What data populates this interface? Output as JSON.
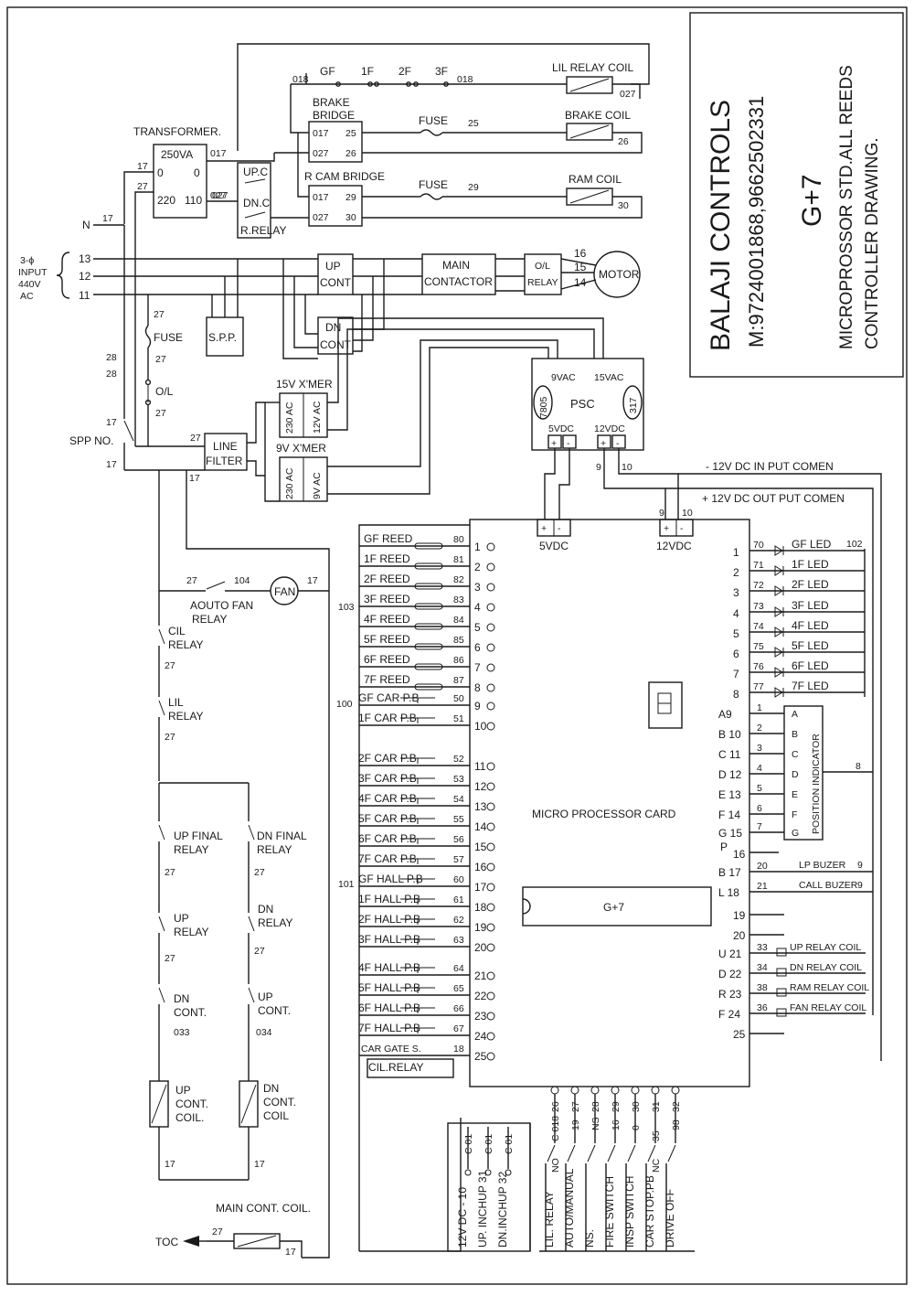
{
  "title_block": {
    "company": "BALAJI CONTROLS",
    "phone": "M:9724001868,9662502331",
    "model": "G+7",
    "line1": "MICROPROSSOR STD.ALL REEDS",
    "line2": "CONTROLLER DRAWING."
  },
  "power": {
    "input_label": [
      "3-ϕ",
      "INPUT",
      "440V",
      "AC"
    ],
    "phases": [
      "13",
      "12",
      "11"
    ],
    "neutral": "N",
    "neutral_wire": "17",
    "transformer_title": "TRANSFORMER.",
    "transformer_va": "250VA",
    "transformer_pins": [
      "0",
      "0",
      "220",
      "110"
    ],
    "transformer_wires": [
      "017",
      "027",
      "17",
      "27"
    ],
    "up_cont": [
      "UP",
      "CONT"
    ],
    "dn_cont": [
      "DN",
      "CONT"
    ],
    "main_contactor": [
      "MAIN",
      "CONTACTOR"
    ],
    "ol_relay": [
      "O/L",
      "RELAY"
    ],
    "motor": "MOTOR",
    "motor_wires": [
      "16",
      "15",
      "14"
    ],
    "spp": "S.P.P.",
    "fuse": "FUSE",
    "ol": "O/L",
    "spp_no": "SPP NO.",
    "left_wires": [
      "27",
      "27",
      "27",
      "28",
      "28",
      "17",
      "17"
    ],
    "line_filter": [
      "LINE",
      "FILTER"
    ],
    "lf_wires": [
      "27",
      "17"
    ]
  },
  "coils": {
    "series_labels": [
      "018",
      "GF",
      "1F",
      "2F",
      "3F",
      "018"
    ],
    "lil_relay_coil": "LIL RELAY COIL",
    "lil_wire": "027",
    "brake_bridge": [
      "BRAKE",
      "BRIDGE"
    ],
    "brake_pins": [
      "017",
      "25",
      "027",
      "26"
    ],
    "fuse": "FUSE",
    "brake_fuse_wire": "25",
    "brake_coil": "BRAKE COIL",
    "brake_wire": "26",
    "contacts": [
      "UP.C",
      "DN.C",
      "R.RELAY"
    ],
    "contact_wires": [
      "027"
    ],
    "ram_bridge": "R CAM BRIDGE",
    "ram_pins": [
      "017",
      "29",
      "027",
      "30"
    ],
    "ram_fuse_wire": "29",
    "ram_coil": "RAM COIL",
    "ram_wire": "30"
  },
  "psc": {
    "label": "PSC",
    "ac_in": [
      "9VAC",
      "15VAC"
    ],
    "reg_left": "7805",
    "reg_right": "317",
    "dc_out": [
      "5VDC",
      "12VDC"
    ],
    "terminals": [
      "+",
      "-",
      "+",
      "-"
    ],
    "x15": "15V X'MER",
    "x15_pins": [
      "230 AC",
      "12V AC"
    ],
    "x9": "9V X'MER",
    "x9_pins": [
      "230 AC",
      "9V AC"
    ],
    "dc_wires": [
      "9",
      "10"
    ],
    "dc_in_label": "- 12V DC IN PUT COMEN",
    "dc_out_label": "+ 12V DC OUT PUT COMEN"
  },
  "card": {
    "label": "MICRO PROCESSOR  CARD",
    "chip": "G+7",
    "pwr_5": "5VDC",
    "pwr_12": "12VDC",
    "pwr_terms": [
      "+",
      "-",
      "+",
      "-"
    ],
    "pwr_12_wires": [
      "9",
      "10"
    ]
  },
  "inputs": [
    {
      "label": "GF REED",
      "wire": "80",
      "pin": "1"
    },
    {
      "label": "1F REED",
      "wire": "81",
      "pin": "2"
    },
    {
      "label": "2F REED",
      "wire": "82",
      "pin": "3"
    },
    {
      "label": "3F REED",
      "wire": "83",
      "pin": "4"
    },
    {
      "label": "4F REED",
      "wire": "84",
      "pin": "5"
    },
    {
      "label": "5F REED",
      "wire": "85",
      "pin": "6"
    },
    {
      "label": "6F REED",
      "wire": "86",
      "pin": "7"
    },
    {
      "label": "7F REED",
      "wire": "87",
      "pin": "8"
    },
    {
      "label": "GF CAR P.B",
      "wire": "50",
      "pin": "9"
    },
    {
      "label": "1F CAR P.B",
      "wire": "51",
      "pin": "10"
    },
    {
      "label": "2F CAR P.B",
      "wire": "52",
      "pin": "11"
    },
    {
      "label": "3F CAR P.B",
      "wire": "53",
      "pin": "12"
    },
    {
      "label": "4F CAR P.B",
      "wire": "54",
      "pin": "13"
    },
    {
      "label": "5F CAR P.B",
      "wire": "55",
      "pin": "14"
    },
    {
      "label": "6F CAR P.B",
      "wire": "56",
      "pin": "15"
    },
    {
      "label": "7F CAR P.B",
      "wire": "57",
      "pin": "16"
    },
    {
      "label": "GF HALL P.B",
      "wire": "60",
      "pin": "17"
    },
    {
      "label": "1F HALL P.B",
      "wire": "61",
      "pin": "18"
    },
    {
      "label": "2F HALL P.B",
      "wire": "62",
      "pin": "19"
    },
    {
      "label": "3F HALL P.B",
      "wire": "63",
      "pin": "20"
    },
    {
      "label": "4F HALL P.B",
      "wire": "64",
      "pin": "21"
    },
    {
      "label": "5F HALL P.B",
      "wire": "65",
      "pin": "22"
    },
    {
      "label": "6F HALL P.B",
      "wire": "66",
      "pin": "23"
    },
    {
      "label": "7F HALL P.B",
      "wire": "67",
      "pin": "24"
    },
    {
      "label": "CAR GATE S.",
      "wire": "18",
      "pin": "25"
    }
  ],
  "input_commons": [
    "103",
    "100",
    "101"
  ],
  "cil_relay_label": "CIL.RELAY",
  "leds": [
    {
      "label": "GF LED",
      "wire": "70",
      "pin": "1"
    },
    {
      "label": "1F LED",
      "wire": "71",
      "pin": "2"
    },
    {
      "label": "2F LED",
      "wire": "72",
      "pin": "3"
    },
    {
      "label": "3F LED",
      "wire": "73",
      "pin": "4"
    },
    {
      "label": "4F LED",
      "wire": "74",
      "pin": "5"
    },
    {
      "label": "5F LED",
      "wire": "75",
      "pin": "6"
    },
    {
      "label": "6F LED",
      "wire": "76",
      "pin": "7"
    },
    {
      "label": "7F LED",
      "wire": "77",
      "pin": "8"
    }
  ],
  "led_common": "102",
  "position_indicator": {
    "label": "POSITION INDICATOR",
    "rows": [
      {
        "pin": "A9",
        "wire": "1",
        "seg": "A"
      },
      {
        "pin": "B 10",
        "wire": "2",
        "seg": "B"
      },
      {
        "pin": "C 11",
        "wire": "3",
        "seg": "C"
      },
      {
        "pin": "D 12",
        "wire": "4",
        "seg": "D"
      },
      {
        "pin": "E 13",
        "wire": "5",
        "seg": "E"
      },
      {
        "pin": "F 14",
        "wire": "6",
        "seg": "F"
      },
      {
        "pin": "G 15",
        "wire": "7",
        "seg": "G"
      }
    ],
    "common": "8",
    "p16": "P",
    "p16n": "16"
  },
  "outputs": [
    {
      "pin": "B 17",
      "wire": "20",
      "label": "LP BUZER",
      "end": "9"
    },
    {
      "pin": "L 18",
      "wire": "21",
      "label": "CALL BUZER",
      "end": "9"
    },
    {
      "pin": "19",
      "wire": "",
      "label": "",
      "end": ""
    },
    {
      "pin": "20",
      "wire": "",
      "label": "",
      "end": ""
    },
    {
      "pin": "U 21",
      "wire": "33",
      "label": "UP RELAY COIL",
      "end": ""
    },
    {
      "pin": "D 22",
      "wire": "34",
      "label": "DN RELAY COIL",
      "end": ""
    },
    {
      "pin": "R 23",
      "wire": "38",
      "label": "RAM RELAY COIL",
      "end": ""
    },
    {
      "pin": "F 24",
      "wire": "36",
      "label": "FAN RELAY COIL",
      "end": ""
    },
    {
      "pin": "25",
      "wire": "",
      "label": "",
      "end": ""
    }
  ],
  "bottom_pins": [
    {
      "pin": "26",
      "wires": [
        "C 018",
        "NO"
      ],
      "label": "LIL. RELAY"
    },
    {
      "pin": "27",
      "wires": [
        "19"
      ],
      "label": "AUTO/MANUAL"
    },
    {
      "pin": "28",
      "wires": [
        "NS"
      ],
      "label": "NS."
    },
    {
      "pin": "29",
      "wires": [
        "16"
      ],
      "label": "FIRE SWITCH"
    },
    {
      "pin": "30",
      "wires": [
        "0"
      ],
      "label": "INSP SWITCH"
    },
    {
      "pin": "31",
      "wires": [
        "35",
        "NC"
      ],
      "label": "CAR STOP.PB"
    },
    {
      "pin": "32",
      "wires": [
        "98"
      ],
      "label": "DRIVE OFF"
    }
  ],
  "bottom_left": [
    {
      "label": "12V DC -  10",
      "wire": "C 01"
    },
    {
      "label": "UP. INCHUP 31",
      "wire": "C 01"
    },
    {
      "label": "DN.INCHUP 32",
      "wire": "C 01"
    }
  ],
  "safety": {
    "fan_wire_in": "27",
    "fan_wire": "104",
    "fan": "FAN",
    "fan_out": "17",
    "auto_fan": [
      "AOUTO FAN",
      "RELAY"
    ],
    "cil": [
      "CIL",
      "RELAY"
    ],
    "cil_wire": "27",
    "lil": [
      "LIL",
      "RELAY"
    ],
    "lil_wire": "27",
    "up_final": [
      "UP FINAL",
      "RELAY"
    ],
    "dn_final": [
      "DN FINAL",
      "RELAY"
    ],
    "fin_wires": [
      "27",
      "27"
    ],
    "up_relay": [
      "UP",
      "RELAY"
    ],
    "dn_relay": [
      "DN",
      "RELAY"
    ],
    "rel_wires": [
      "27",
      "27"
    ],
    "dn_cont": [
      "DN",
      "CONT."
    ],
    "up_cont": [
      "UP",
      "CONT."
    ],
    "cont_wires": [
      "033",
      "034"
    ],
    "up_coil": [
      "UP",
      "CONT.",
      "COIL."
    ],
    "dn_coil": [
      "DN",
      "CONT.",
      "COIL"
    ],
    "coil_wires": [
      "17",
      "17"
    ],
    "main_cont_coil": "MAIN CONT. COIL.",
    "toc": "TOC",
    "toc_wires": [
      "27",
      "17"
    ]
  }
}
